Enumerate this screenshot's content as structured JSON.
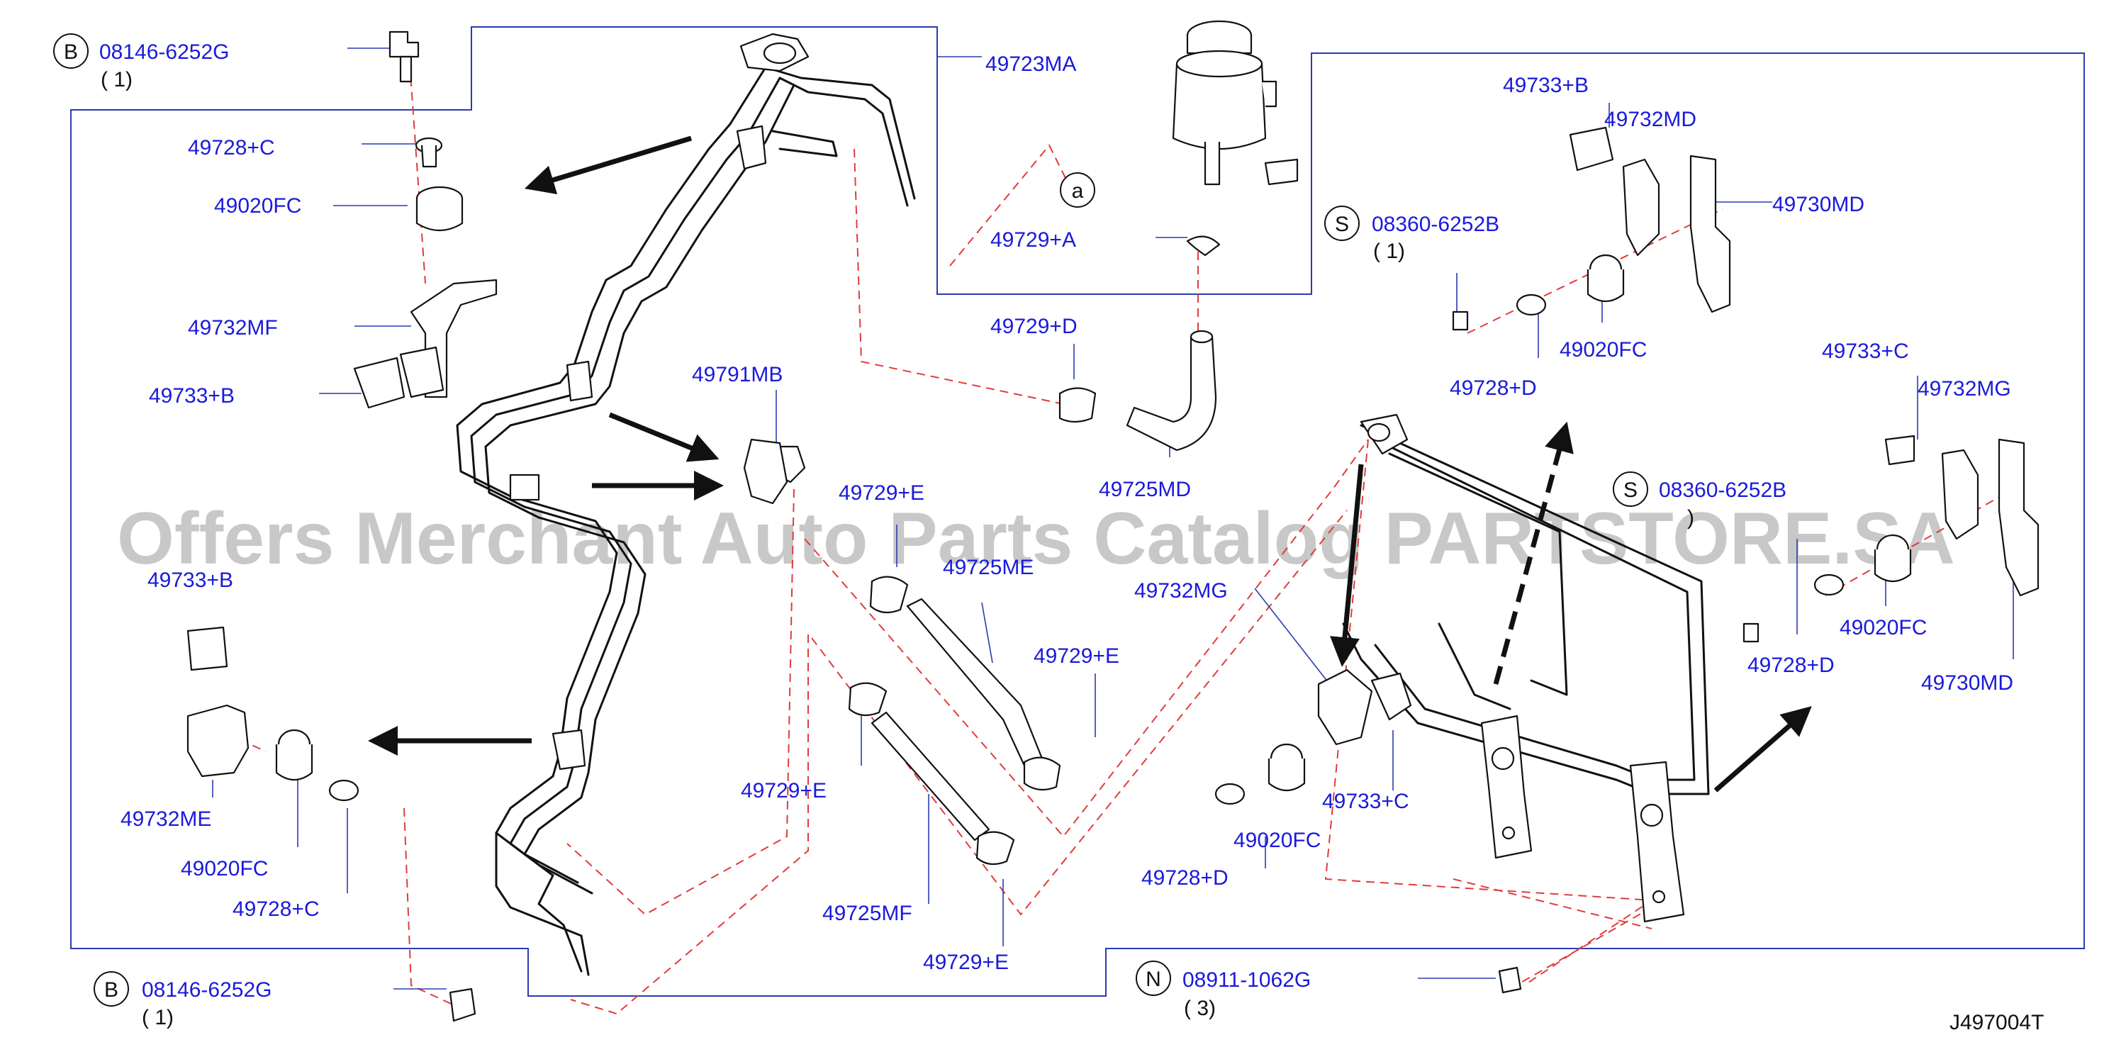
{
  "labels": {
    "b_top": "08146-6252G",
    "b_top_qty": "( 1)",
    "p49723MA": "49723MA",
    "p49728C_top": "49728+C",
    "p49020FC_top": "49020FC",
    "p49732MF": "49732MF",
    "p49733B_top": "49733+B",
    "ref_a": "a",
    "p49729A": "49729+A",
    "p49729D": "49729+D",
    "p49725MD": "49725MD",
    "p49791MB": "49791MB",
    "p49729E_1": "49729+E",
    "p49725ME": "49725ME",
    "p49729E_2": "49729+E",
    "p49729E_3": "49729+E",
    "p49729E_4": "49729+E",
    "p49725MF": "49725MF",
    "p49733B_left": "49733+B",
    "p49732ME": "49732ME",
    "p49020FC_left": "49020FC",
    "p49728C_bot": "49728+C",
    "b_bot": "08146-6252G",
    "b_bot_qty": "( 1)",
    "p49733B_right": "49733+B",
    "p49732MD": "49732MD",
    "s_top": "08360-6252B",
    "s_top_qty": "( 1)",
    "p49730MD_top": "49730MD",
    "p49020FC_right": "49020FC",
    "p49728D_right": "49728+D",
    "p49733C_right": "49733+C",
    "p49732MG_right": "49732MG",
    "s_mid": "08360-6252B",
    "s_mid_qty": ")",
    "p49020FC_far": "49020FC",
    "p49728D_far": "49728+D",
    "p49730MD_bot": "49730MD",
    "p49732MG_mid": "49732MG",
    "p49733C_mid": "49733+C",
    "p49020FC_mid": "49020FC",
    "p49728D_mid": "49728+D",
    "n_part": "08911-1062G",
    "n_qty": "( 3)"
  },
  "circle_letters": {
    "b1": "B",
    "b2": "B",
    "s1": "S",
    "s2": "S",
    "n": "N"
  },
  "watermark": "Offers Merchant Auto Parts Catalog PARTSTORE.SA",
  "diagram_code": "J497004T",
  "colors": {
    "label": "#1a1adc",
    "border": "#2a3bb0",
    "dashed": "#e23b3b",
    "line": "#111111"
  }
}
